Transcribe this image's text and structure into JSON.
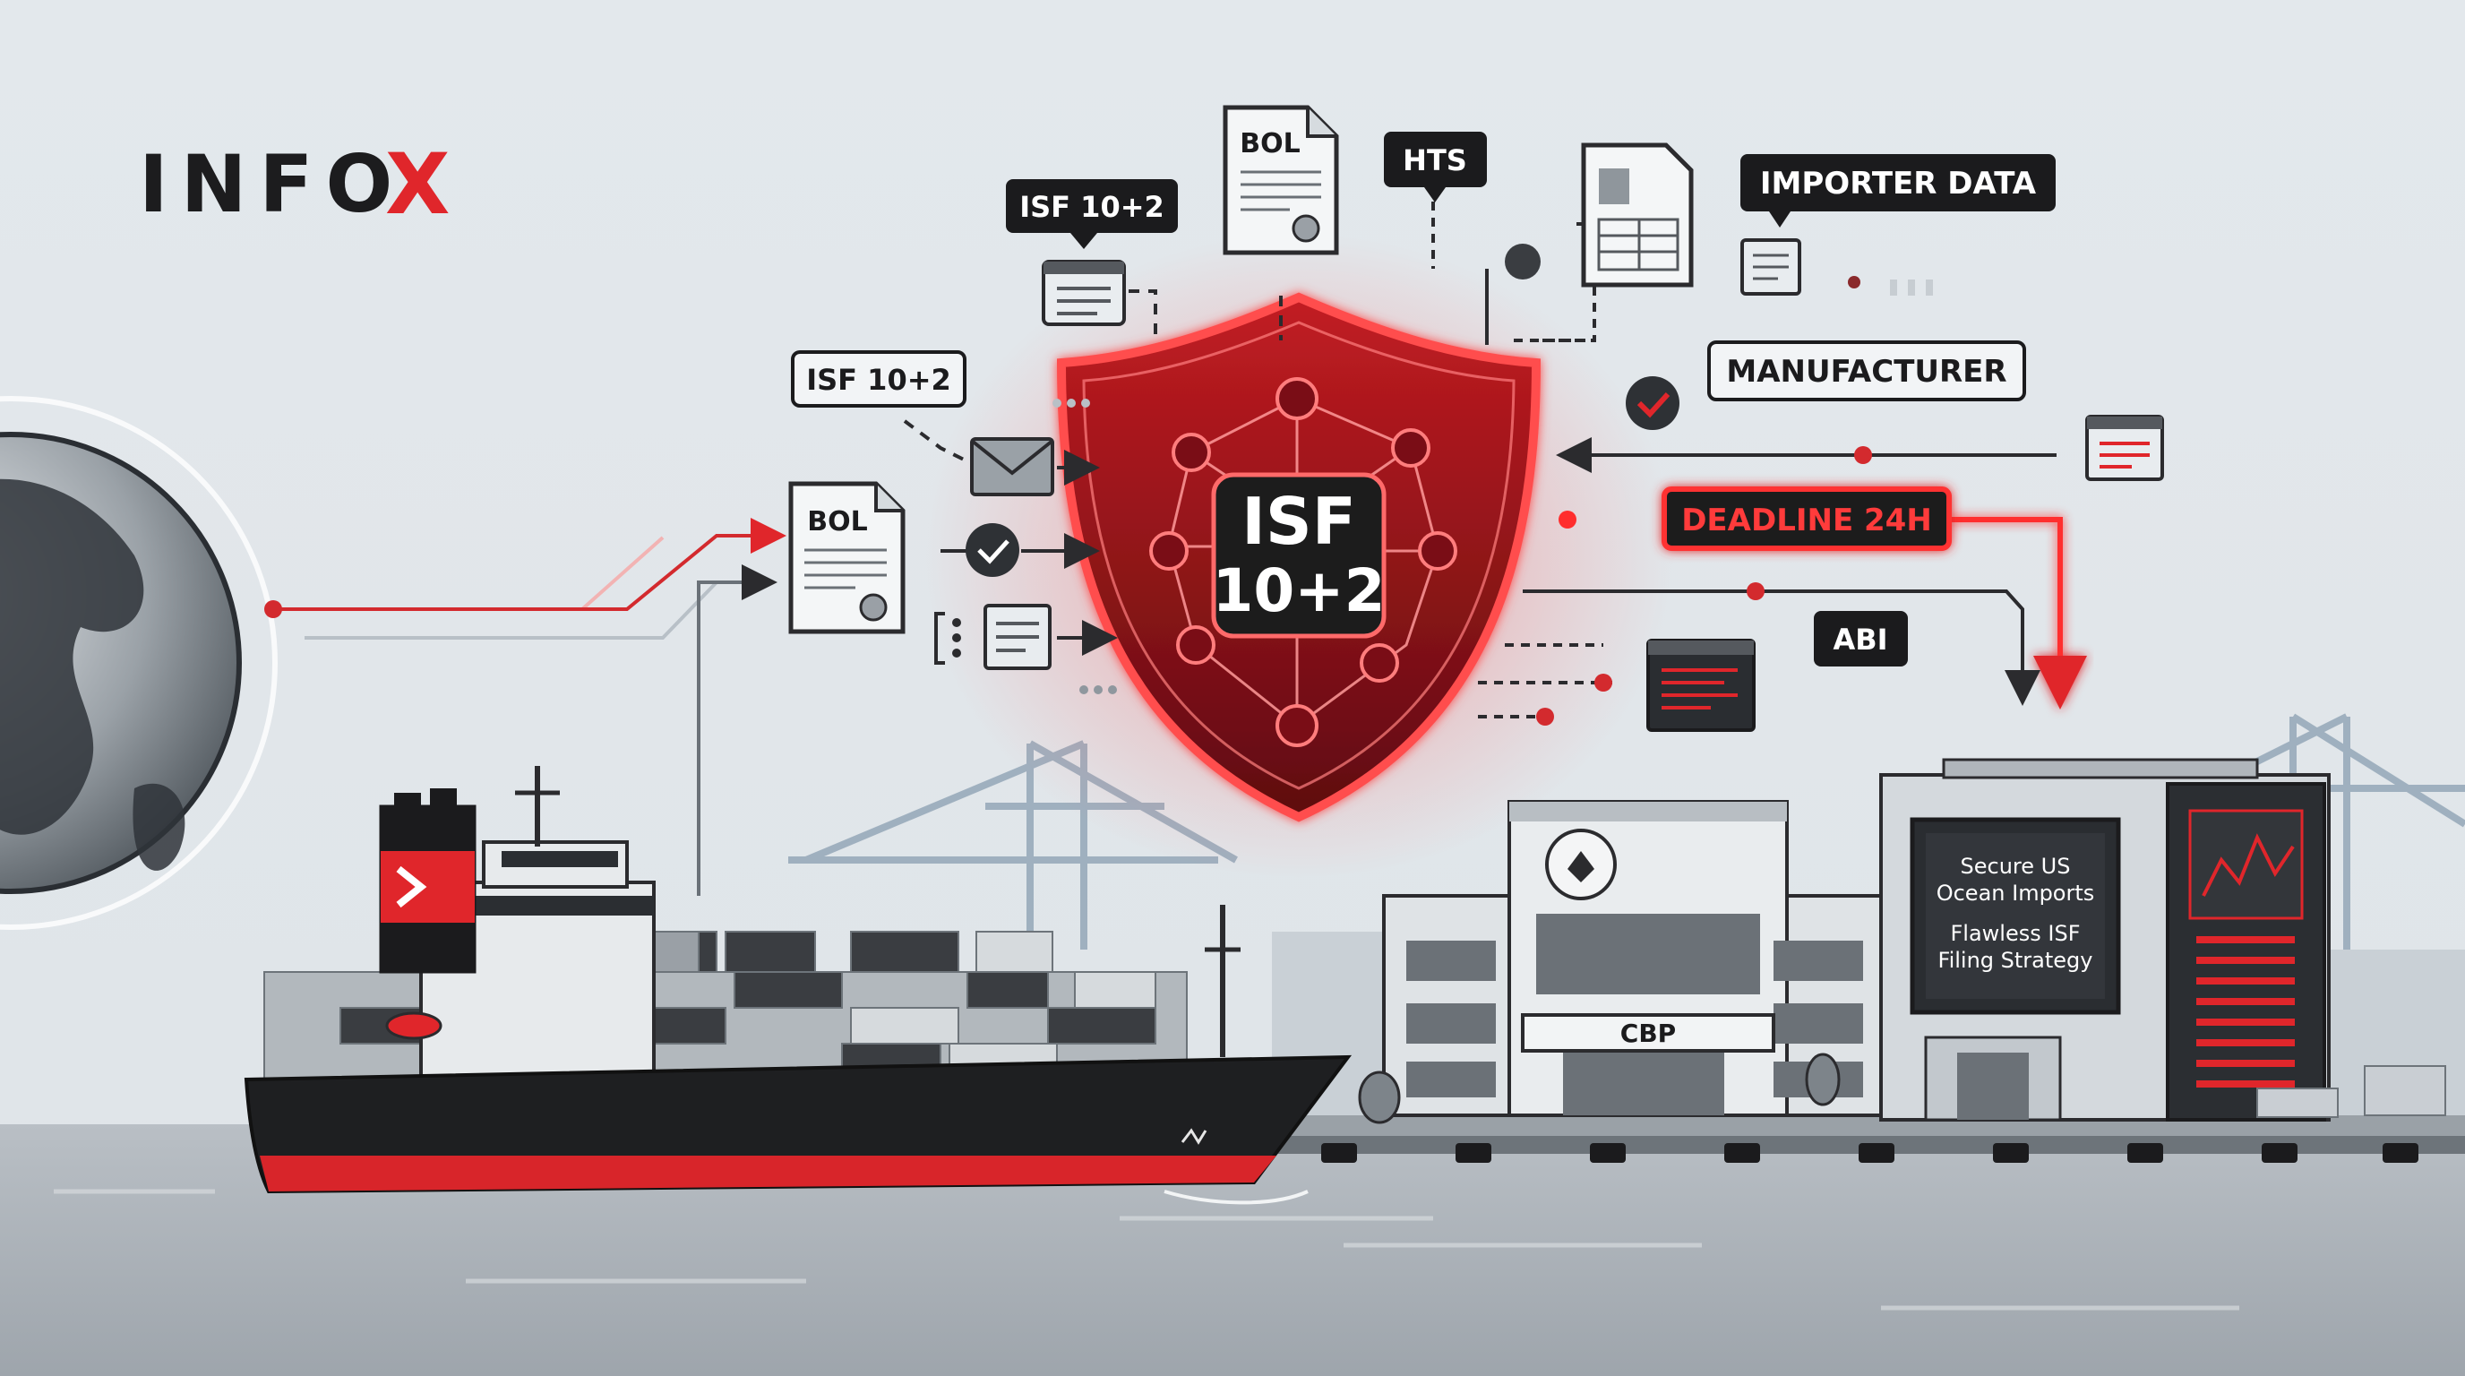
{
  "brand": {
    "logo_text": "INFO",
    "logo_mark": "X"
  },
  "labels": {
    "isf_top": "ISF 10+2",
    "isf_left": "ISF 10+2",
    "bol_top": "BOL",
    "bol_mid": "BOL",
    "hts": "HTS",
    "importer_data": "IMPORTER DATA",
    "manufacturer": "MANUFACTURER",
    "deadline": "DEADLINE 24H",
    "abi": "ABI"
  },
  "shield": {
    "line1": "ISF",
    "line2": "10+2"
  },
  "cbp_building": {
    "sign": "CBP"
  },
  "terminal_screen": {
    "line1": "Secure US",
    "line2": "Ocean Imports",
    "line3": "Flawless ISF",
    "line4": "Filing Strategy"
  },
  "colors": {
    "accent_red": "#e0262b",
    "dark": "#1c1c1e",
    "sky": "#e6ebef",
    "water": "#b3b9bf"
  }
}
